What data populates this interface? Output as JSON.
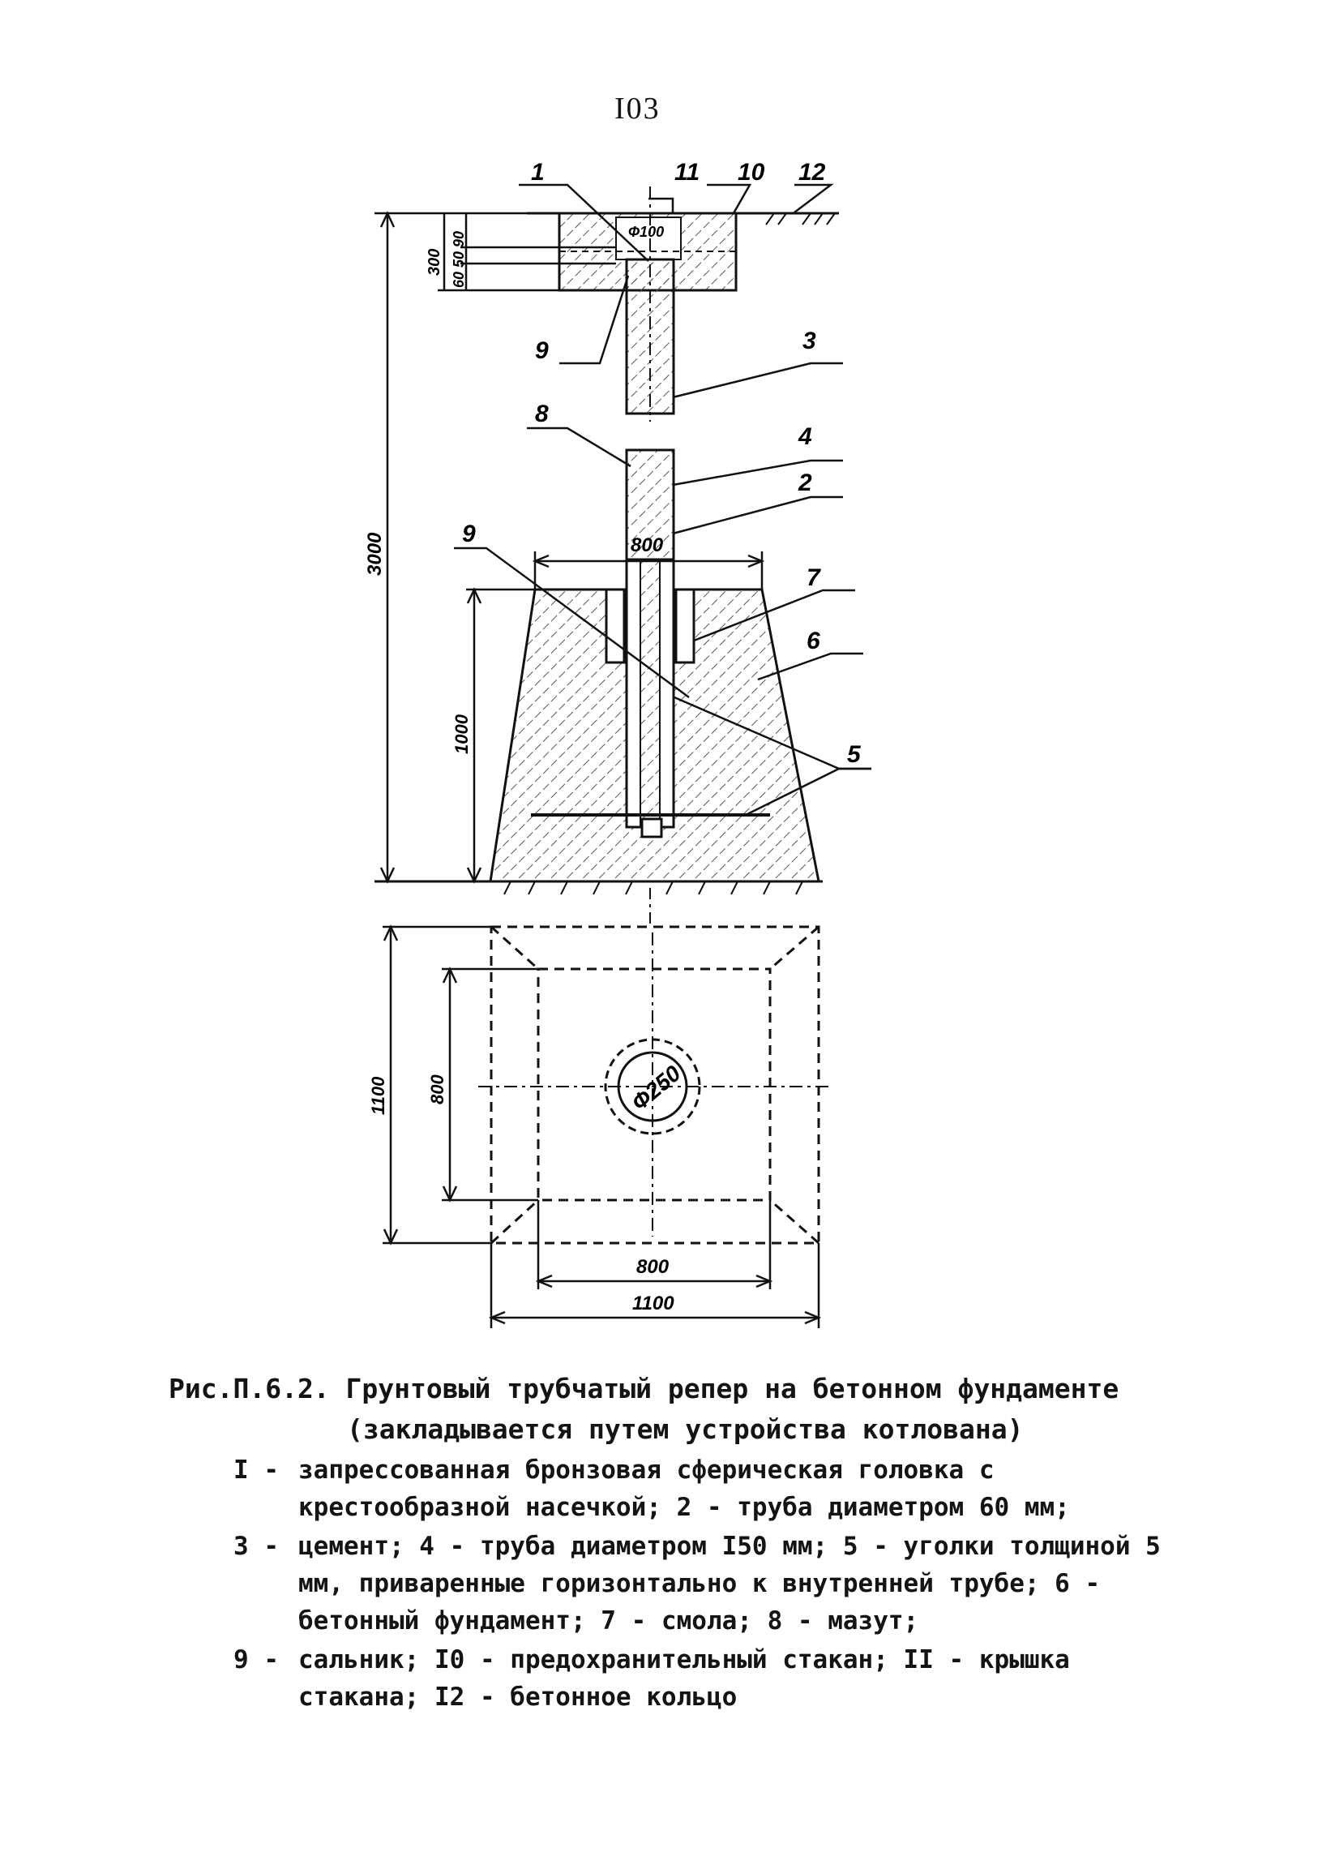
{
  "page_number": "I03",
  "figure": {
    "callouts": {
      "c1": "1",
      "c11": "11",
      "c10": "10",
      "c12": "12",
      "c9_top": "9",
      "c3": "3",
      "c8": "8",
      "c4": "4",
      "c2": "2",
      "c9_mid": "9",
      "c7": "7",
      "c6": "6",
      "c5": "5"
    },
    "dimensions": {
      "d300": "300",
      "d60_50_90": "60 50 90",
      "d3000": "3000",
      "d1000": "1000",
      "d800_top": "800",
      "d1100_left": "1100",
      "d800_left": "800",
      "d800_bottom": "800",
      "d1100_bottom": "1100",
      "diameter": "Ф250",
      "cap_diameter": "Ф100"
    }
  },
  "caption": {
    "line1": "Рис.П.6.2. Грунтовый трубчатый репер на бетонном фундаменте",
    "line2": "(закладывается путем устройства котлована)"
  },
  "legend": [
    {
      "num": "I -",
      "text": "запрессованная бронзовая сферическая головка с крестообразной насечкой; 2 - труба диаметром 60 мм;"
    },
    {
      "num": "3 -",
      "text": "цемент; 4 - труба диаметром I50 мм; 5 - уголки толщиной 5 мм, приваренные горизонтально к внутренней трубе; 6 - бетонный фундамент; 7 - смола; 8 - мазут;"
    },
    {
      "num": "9 -",
      "text": "сальник; I0 - предохранительный стакан; II - крышка стакана; I2 - бетонное кольцо"
    }
  ]
}
